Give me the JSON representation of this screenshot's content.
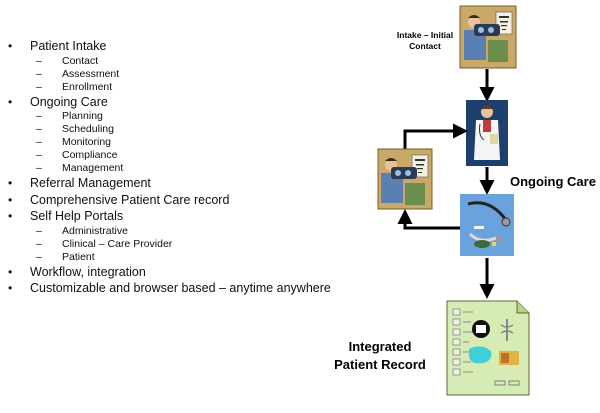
{
  "outline": [
    {
      "label": "Patient Intake",
      "children": [
        "Contact",
        "Assessment",
        "Enrollment"
      ]
    },
    {
      "label": "Ongoing Care",
      "children": [
        "Planning",
        "Scheduling",
        "Monitoring",
        "Compliance",
        "Management"
      ]
    },
    {
      "label": "Referral Management",
      "children": []
    },
    {
      "label": "Comprehensive Patient Care record",
      "children": []
    },
    {
      "label": "Self Help Portals",
      "children": [
        "Administrative",
        "Clinical – Care Provider",
        "Patient"
      ]
    },
    {
      "label": "Workflow, integration",
      "children": []
    },
    {
      "label": "Customizable and browser based – anytime anywhere",
      "children": []
    }
  ],
  "diagram": {
    "intake_label_line1": "Intake – Initial",
    "intake_label_line2": "Contact",
    "ongoing_care_label": "Ongoing Care",
    "record_label_line1": "Integrated",
    "record_label_line2": "Patient Record"
  },
  "icons": {
    "eye_exam_1": "eye-exam-illustration",
    "doctor": "doctor-illustration",
    "eye_exam_2": "eye-exam-illustration",
    "medical_tools": "medical-instruments-illustration",
    "record": "patient-record-document-illustration"
  },
  "colors": {
    "arrow": "#000000",
    "exam_bg": "#c8a96a",
    "doctor_bg": "#1c3f6e",
    "tools_bg": "#6aa2dc",
    "record_bg": "#d7ebb4"
  }
}
